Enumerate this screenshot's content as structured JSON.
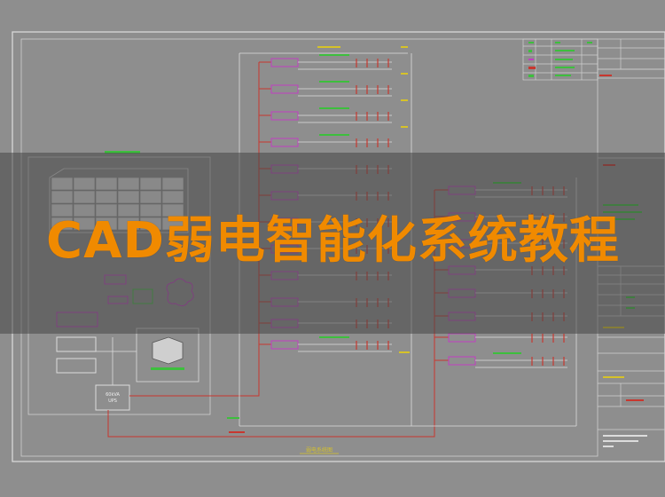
{
  "banner": {
    "title": "CAD弱电智能化系统教程"
  },
  "drawing": {
    "ups_label_line1": "60kVA",
    "ups_label_line2": "UPS",
    "bottom_caption": "弱电系统图"
  },
  "colors": {
    "background": "#8e8e8e",
    "line_white": "#dcdcdc",
    "line_red": "#c8372f",
    "line_magenta": "#c23dc2",
    "line_green": "#3dbf3d",
    "line_yellow": "#d6c229",
    "title_orange": "#f08a00"
  }
}
